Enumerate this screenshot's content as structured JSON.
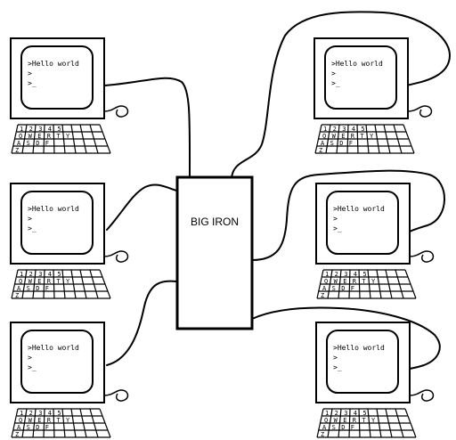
{
  "mainframe": {
    "label": "BIG IRON"
  },
  "screen": {
    "line1": ">Hello world",
    "line2": ">",
    "line3": ">_"
  },
  "keyboard": {
    "rows": [
      [
        "1",
        "2",
        "3",
        "4",
        "5"
      ],
      [
        "Q",
        "W",
        "E",
        "R",
        "T",
        "Y"
      ],
      [
        "A",
        "S",
        "D",
        "F"
      ],
      [
        "Z"
      ]
    ]
  },
  "terminals": [
    {
      "id": "terminal-left-top"
    },
    {
      "id": "terminal-left-middle"
    },
    {
      "id": "terminal-left-bottom"
    },
    {
      "id": "terminal-right-top"
    },
    {
      "id": "terminal-right-middle"
    },
    {
      "id": "terminal-right-bottom"
    }
  ],
  "colors": {
    "ink": "#000000",
    "paper": "#ffffff"
  }
}
